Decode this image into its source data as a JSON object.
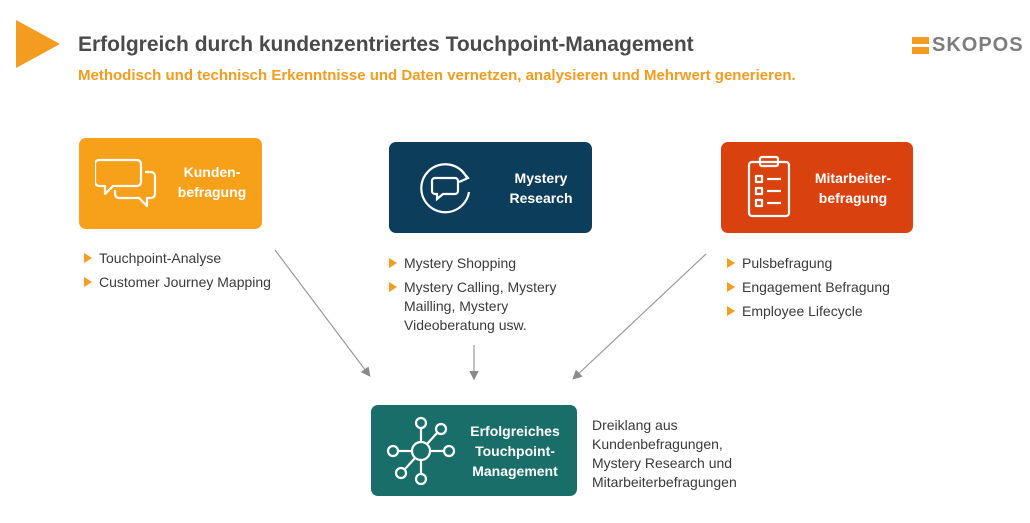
{
  "header": {
    "title": "Erfolgreich durch kundenzentriertes Touchpoint-Management",
    "subtitle": "Methodisch und technisch Erkenntnisse und Daten vernetzen, analysieren und Mehrwert generieren.",
    "brand": "SKOPOS"
  },
  "colors": {
    "accent": "#f39c1f",
    "kunden": "#f7a11a",
    "mystery": "#0c3e5c",
    "mitarbeiter": "#d9420e",
    "touchpoint": "#1a6e6a"
  },
  "nodes": [
    {
      "label": "Kunden-\nbefragung",
      "icon": "speech-bubbles-icon",
      "items": [
        "Touchpoint-Analyse",
        "Customer Journey Mapping"
      ]
    },
    {
      "label": "Mystery\nResearch",
      "icon": "refresh-chat-icon",
      "items": [
        "Mystery Shopping",
        "Mystery Calling, Mystery Mailling, Mystery Videoberatung usw."
      ]
    },
    {
      "label": "Mitarbeiter-\nbefragung",
      "icon": "clipboard-checklist-icon",
      "items": [
        "Pulsbefragung",
        "Engagement Befragung",
        "Employee Lifecycle"
      ]
    }
  ],
  "result": {
    "label": "Erfolgreiches\nTouchpoint-\nManagement",
    "icon": "network-hub-icon",
    "note": "Dreiklang aus\nKundenbefragungen,\nMystery Research und\nMitarbeiterbefragungen"
  }
}
